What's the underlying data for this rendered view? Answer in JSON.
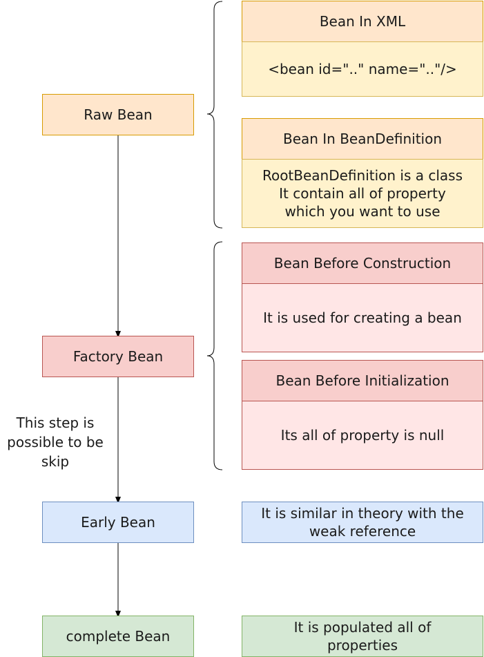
{
  "stages": {
    "raw": "Raw Bean",
    "factory": "Factory Bean",
    "early": "Early Bean",
    "complete": "complete Bean"
  },
  "raw_details": {
    "xml_title": "Bean In XML",
    "xml_body": "<bean id=\"..\" name=\"..\"/>",
    "def_title": "Bean In BeanDefinition",
    "def_body": "RootBeanDefinition is a class\nIt contain all of property\nwhich you want to use"
  },
  "factory_details": {
    "construction_title": "Bean Before Construction",
    "construction_body": "It is used for creating a bean",
    "initialization_title": "Bean Before Initialization",
    "initialization_body": "Its all of property is null"
  },
  "early_detail": "It is similar in theory with the\nweak reference",
  "complete_detail": "It is populated all of\nproperties",
  "skip_note": "This step is\npossible to be\nskip"
}
